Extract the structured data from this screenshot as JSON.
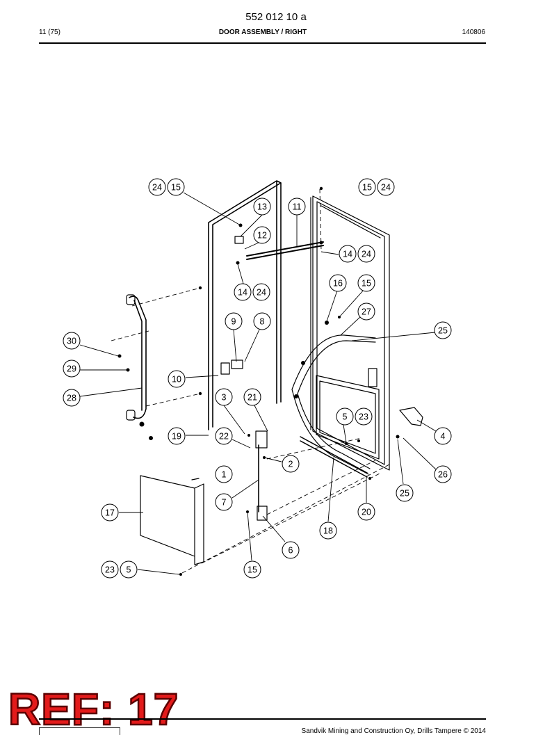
{
  "header": {
    "doc_number": "552 012 10 a",
    "page": "11 (75)",
    "title": "DOOR ASSEMBLY / RIGHT",
    "date": "140806"
  },
  "callouts": [
    {
      "id": "c-24a",
      "label": "24"
    },
    {
      "id": "c-15a",
      "label": "15"
    },
    {
      "id": "c-15b",
      "label": "15"
    },
    {
      "id": "c-24b",
      "label": "24"
    },
    {
      "id": "c-13",
      "label": "13"
    },
    {
      "id": "c-11",
      "label": "11"
    },
    {
      "id": "c-12",
      "label": "12"
    },
    {
      "id": "c-14a",
      "label": "14"
    },
    {
      "id": "c-24c",
      "label": "24"
    },
    {
      "id": "c-14b",
      "label": "14"
    },
    {
      "id": "c-24d",
      "label": "24"
    },
    {
      "id": "c-16",
      "label": "16"
    },
    {
      "id": "c-15c",
      "label": "15"
    },
    {
      "id": "c-9",
      "label": "9"
    },
    {
      "id": "c-8",
      "label": "8"
    },
    {
      "id": "c-27",
      "label": "27"
    },
    {
      "id": "c-25a",
      "label": "25"
    },
    {
      "id": "c-30",
      "label": "30"
    },
    {
      "id": "c-29",
      "label": "29"
    },
    {
      "id": "c-10",
      "label": "10"
    },
    {
      "id": "c-28",
      "label": "28"
    },
    {
      "id": "c-3",
      "label": "3"
    },
    {
      "id": "c-21",
      "label": "21"
    },
    {
      "id": "c-5a",
      "label": "5"
    },
    {
      "id": "c-23a",
      "label": "23"
    },
    {
      "id": "c-4",
      "label": "4"
    },
    {
      "id": "c-19",
      "label": "19"
    },
    {
      "id": "c-22",
      "label": "22"
    },
    {
      "id": "c-2",
      "label": "2"
    },
    {
      "id": "c-1",
      "label": "1"
    },
    {
      "id": "c-26",
      "label": "26"
    },
    {
      "id": "c-25b",
      "label": "25"
    },
    {
      "id": "c-7",
      "label": "7"
    },
    {
      "id": "c-17",
      "label": "17"
    },
    {
      "id": "c-20",
      "label": "20"
    },
    {
      "id": "c-18",
      "label": "18"
    },
    {
      "id": "c-6",
      "label": "6"
    },
    {
      "id": "c-23b",
      "label": "23"
    },
    {
      "id": "c-5b",
      "label": "5"
    },
    {
      "id": "c-15d",
      "label": "15"
    }
  ],
  "ref_stamp": "REF: 17",
  "footer": {
    "copyright": "Sandvik Mining and Construction Oy, Drills Tampere © 2014"
  }
}
